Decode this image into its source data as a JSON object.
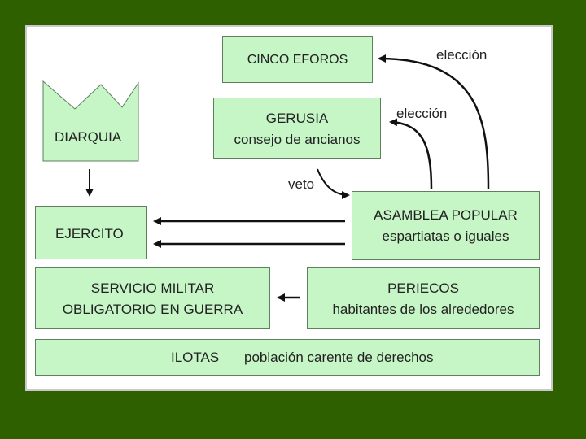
{
  "diagram": {
    "colors": {
      "background": "#2e6000",
      "box_fill": "#c6f5c6",
      "box_border": "#5f7f5f",
      "arrow": "#111111"
    },
    "boxes": {
      "eforos": {
        "line1": "CINCO EFOROS"
      },
      "gerusia": {
        "line1": "GERUSIA",
        "line2": "consejo de ancianos"
      },
      "diarquia": {
        "line1": "DIARQUIA"
      },
      "asamblea": {
        "line1": "ASAMBLEA POPULAR",
        "line2": "espartiatas o iguales"
      },
      "ejercito": {
        "line1": "EJERCITO"
      },
      "servicio": {
        "line1": "SERVICIO MILITAR",
        "line2": "OBLIGATORIO EN GUERRA"
      },
      "periecos": {
        "line1": "PERIECOS",
        "line2": "habitantes de los alrededores"
      },
      "ilotas": {
        "title": "ILOTAS",
        "desc": "población carente de derechos"
      }
    },
    "labels": {
      "eleccion_top": "elección",
      "eleccion_mid": "elección",
      "veto": "veto"
    }
  }
}
